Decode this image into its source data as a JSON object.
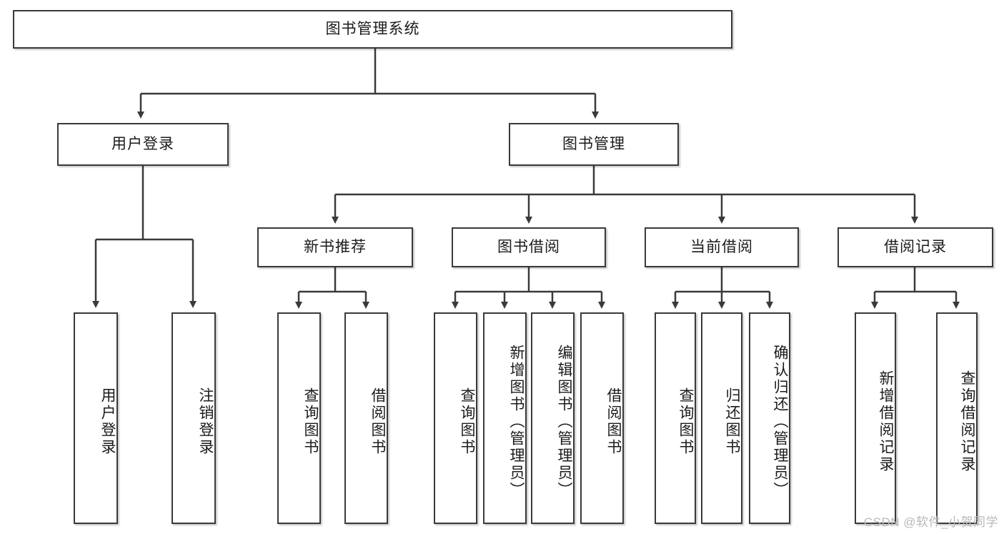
{
  "diagram": {
    "type": "tree",
    "title": "图书管理系统",
    "watermark": "CSDN @软件_小贺同学",
    "colors": {
      "border": "#3a3a3a",
      "fill": "#ffffff",
      "text": "#1b1b1b",
      "link": "#3a3a3a",
      "watermark": "#b9b9b9"
    },
    "nodes": {
      "root": "图书管理系统",
      "level2": [
        "用户登录",
        "图书管理"
      ],
      "level3": [
        "新书推荐",
        "图书借阅",
        "当前借阅",
        "借阅记录"
      ],
      "leaves": {
        "user_login": [
          "用户登录",
          "注销登录"
        ],
        "new_book": [
          "查询图书",
          "借阅图书"
        ],
        "book_borrow": [
          "查询图书",
          "新增图书（管理员）",
          "编辑图书（管理员）",
          "借阅图书"
        ],
        "current_borrow": [
          "查询图书",
          "归还图书",
          "确认归还（管理员）"
        ],
        "borrow_record": [
          "新增借阅记录",
          "查询借阅记录"
        ]
      }
    }
  }
}
